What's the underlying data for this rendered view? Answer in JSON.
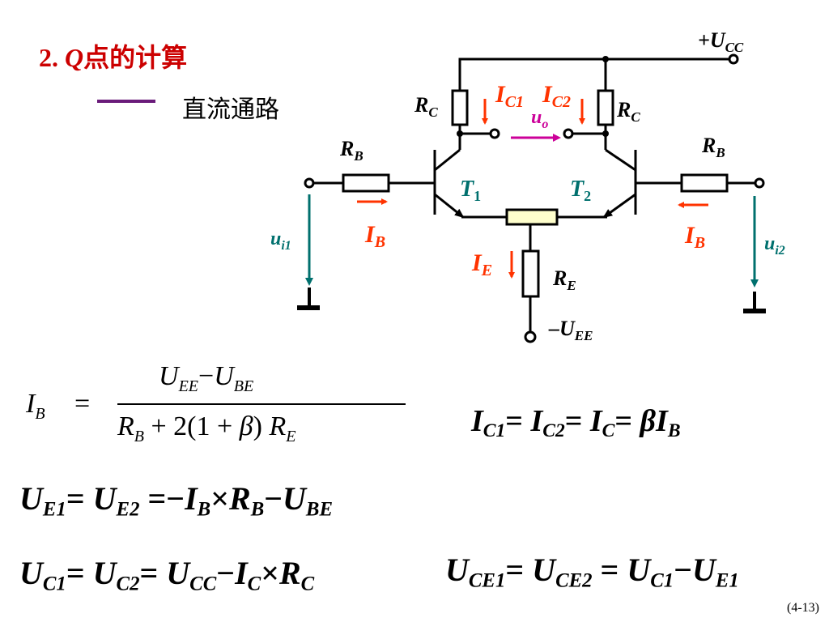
{
  "title": {
    "num": "2. ",
    "var": "Q",
    "rest": "点的计算"
  },
  "legend": {
    "text": "直流通路",
    "color": "#6a1b7a"
  },
  "labels": {
    "vcc": "+U",
    "vcc_sub": "CC",
    "vee": "–U",
    "vee_sub": "EE",
    "rc": "R",
    "rc_sub": "C",
    "rb": "R",
    "rb_sub": "B",
    "re": "R",
    "re_sub": "E",
    "t1": "T",
    "t1_sub": "1",
    "t2": "T",
    "t2_sub": "2",
    "ic1": "I",
    "ic1_sub": "C1",
    "ic2": "I",
    "ic2_sub": "C2",
    "ib": "I",
    "ib_sub": "B",
    "ie": "I",
    "ie_sub": "E",
    "uo": "u",
    "uo_sub": "o",
    "ui1": "u",
    "ui1_sub": "i1",
    "ui2": "u",
    "ui2_sub": "i2"
  },
  "colors": {
    "current": "#ff3300",
    "voltage": "#00706e",
    "output": "#cc0099",
    "resistor_fill": "#ffffcc",
    "title": "#cc0000"
  },
  "formula_ib": {
    "lhs": "I",
    "lhs_sub": "B",
    "eq": "=",
    "num_a": "U",
    "num_a_sub": "EE",
    "minus": "−",
    "num_b": "U",
    "num_b_sub": "BE",
    "den": "R",
    "den_sub": "B",
    "den_mid": " + 2(1 + ",
    "beta": "β",
    "den_close": ") ",
    "den_r": "R",
    "den_r_sub": "E"
  },
  "eq_ic": {
    "a": "I",
    "a_sub": "C1",
    "b": "I",
    "b_sub": "C2",
    "c": "I",
    "c_sub": "C",
    "beta": "β",
    "d": "I",
    "d_sub": "B"
  },
  "eq_ue": {
    "a": "U",
    "a_sub": "E1",
    "b": "U",
    "b_sub": "E2",
    "minus": "−",
    "c": "I",
    "c_sub": "B",
    "times": "×",
    "d": "R",
    "d_sub": "B",
    "e": "U",
    "e_sub": "BE"
  },
  "eq_uc": {
    "a": "U",
    "a_sub": "C1",
    "b": "U",
    "b_sub": "C2",
    "c": "U",
    "c_sub": "CC",
    "minus": "−",
    "d": "I",
    "d_sub": "C",
    "times": "×",
    "e": "R",
    "e_sub": "C"
  },
  "eq_uce": {
    "a": "U",
    "a_sub": "CE1",
    "b": "U",
    "b_sub": "CE2",
    "c": "U",
    "c_sub": "C1",
    "minus": "−",
    "d": "U",
    "d_sub": "E1"
  },
  "page": "(4-13)"
}
